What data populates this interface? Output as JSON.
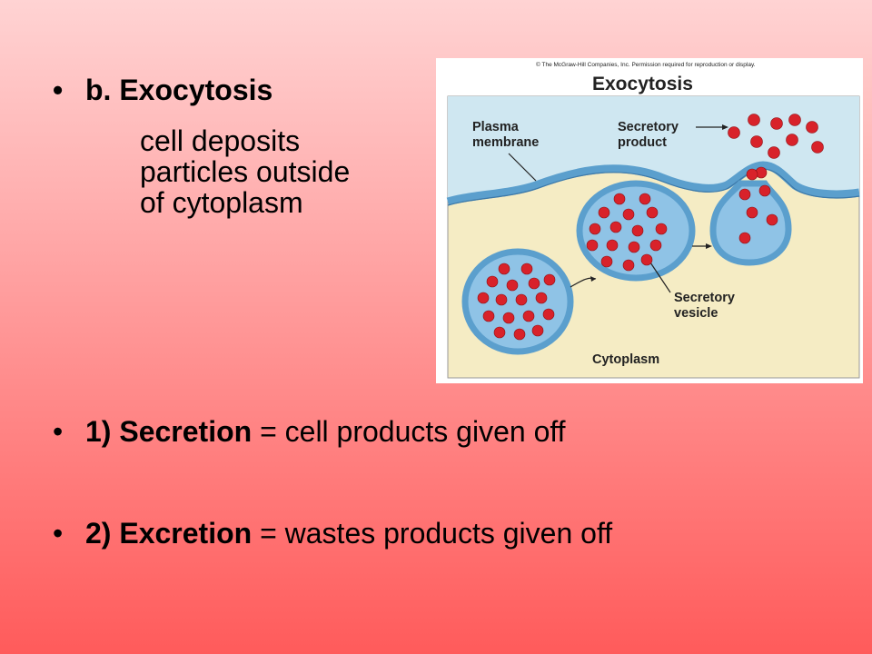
{
  "slide": {
    "bullet_symbol": "•",
    "heading": "b. Exocytosis",
    "sub_lines": [
      "cell deposits",
      "particles outside",
      "of cytoplasm"
    ],
    "items": [
      {
        "term": "1) Secretion",
        "rest": " = cell products given off"
      },
      {
        "term": "2) Excretion",
        "rest": " = wastes products given off"
      }
    ]
  },
  "figure": {
    "copyright": "© The McGraw-Hill Companies, Inc. Permission required for reproduction or display.",
    "title": "Exocytosis",
    "label_plasma_1": "Plasma",
    "label_plasma_2": "membrane",
    "label_secretory_product_1": "Secretory",
    "label_secretory_product_2": "product",
    "label_secretory_vesicle_1": "Secretory",
    "label_secretory_vesicle_2": "vesicle",
    "label_cytoplasm": "Cytoplasm",
    "colors": {
      "sky": "#cfe7f1",
      "cytoplasm": "#f5ecc4",
      "membrane": "#5b9fcd",
      "vesicle_fill": "#8fc3e6",
      "particle": "#d8222a"
    }
  }
}
